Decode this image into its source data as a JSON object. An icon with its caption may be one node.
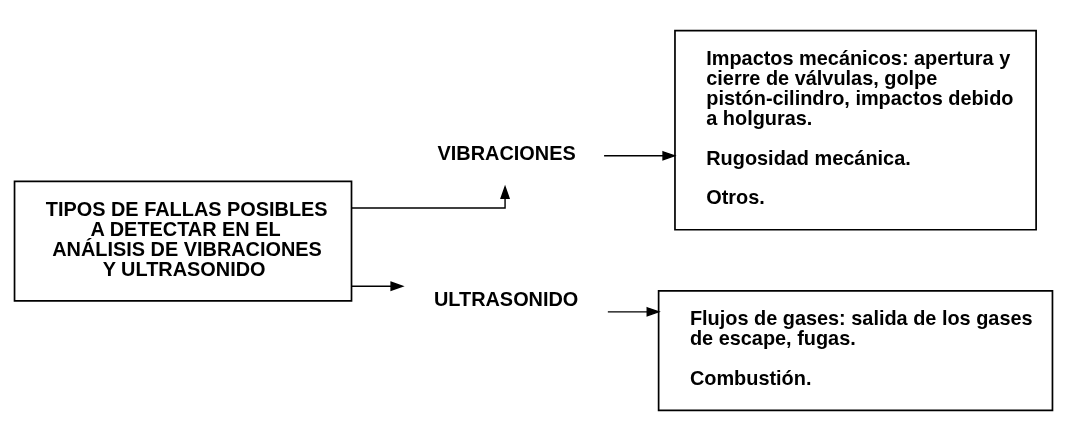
{
  "diagram": {
    "nodes": [
      {
        "text": [
          "TIPOS DE FALLAS POSIBLES A DETECTAR EN EL ANÁLISIS DE VIBRACIONES Y ULTRASONIDO"
        ]
      },
      {
        "text": [
          "VIBRACIONES"
        ]
      },
      {
        "text": [
          "ULTRASONIDO"
        ]
      },
      {
        "text": [
          "Impactos mecánicos: apertura y cierre de válvulas, golpe pistón-cilindro, impactos debido a holguras.",
          "Rugosidad mecánica.",
          "Otros."
        ]
      },
      {
        "text": [
          "Flujos de gases: salida de los gases de escape, fugas.",
          "Combustión."
        ]
      }
    ],
    "edges": [
      {
        "from": 0,
        "to": 1,
        "arrow": "to"
      },
      {
        "from": 0,
        "to": 2,
        "arrow": "to"
      },
      {
        "from": 1,
        "to": 3,
        "arrow": "to"
      },
      {
        "from": 2,
        "to": 4,
        "arrow": "to"
      }
    ]
  }
}
